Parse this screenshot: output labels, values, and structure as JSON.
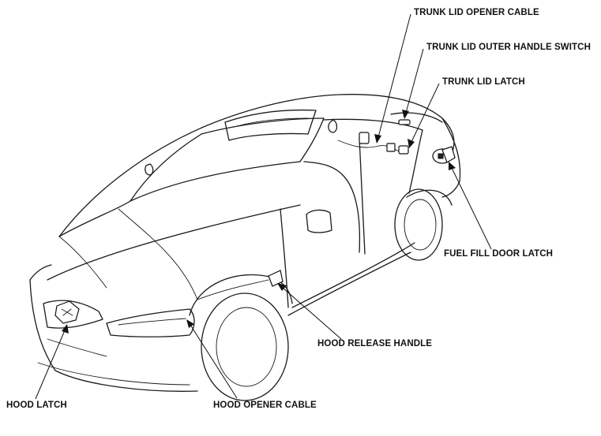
{
  "labels": {
    "trunk_lid_opener_cable": "TRUNK LID OPENER CABLE",
    "trunk_lid_outer_handle_switch": "TRUNK LID OUTER HANDLE SWITCH",
    "trunk_lid_latch": "TRUNK LID LATCH",
    "fuel_fill_door_latch": "FUEL FILL DOOR LATCH",
    "hood_release_handle": "HOOD RELEASE HANDLE",
    "hood_latch": "HOOD LATCH",
    "hood_opener_cable": "HOOD OPENER CABLE"
  }
}
